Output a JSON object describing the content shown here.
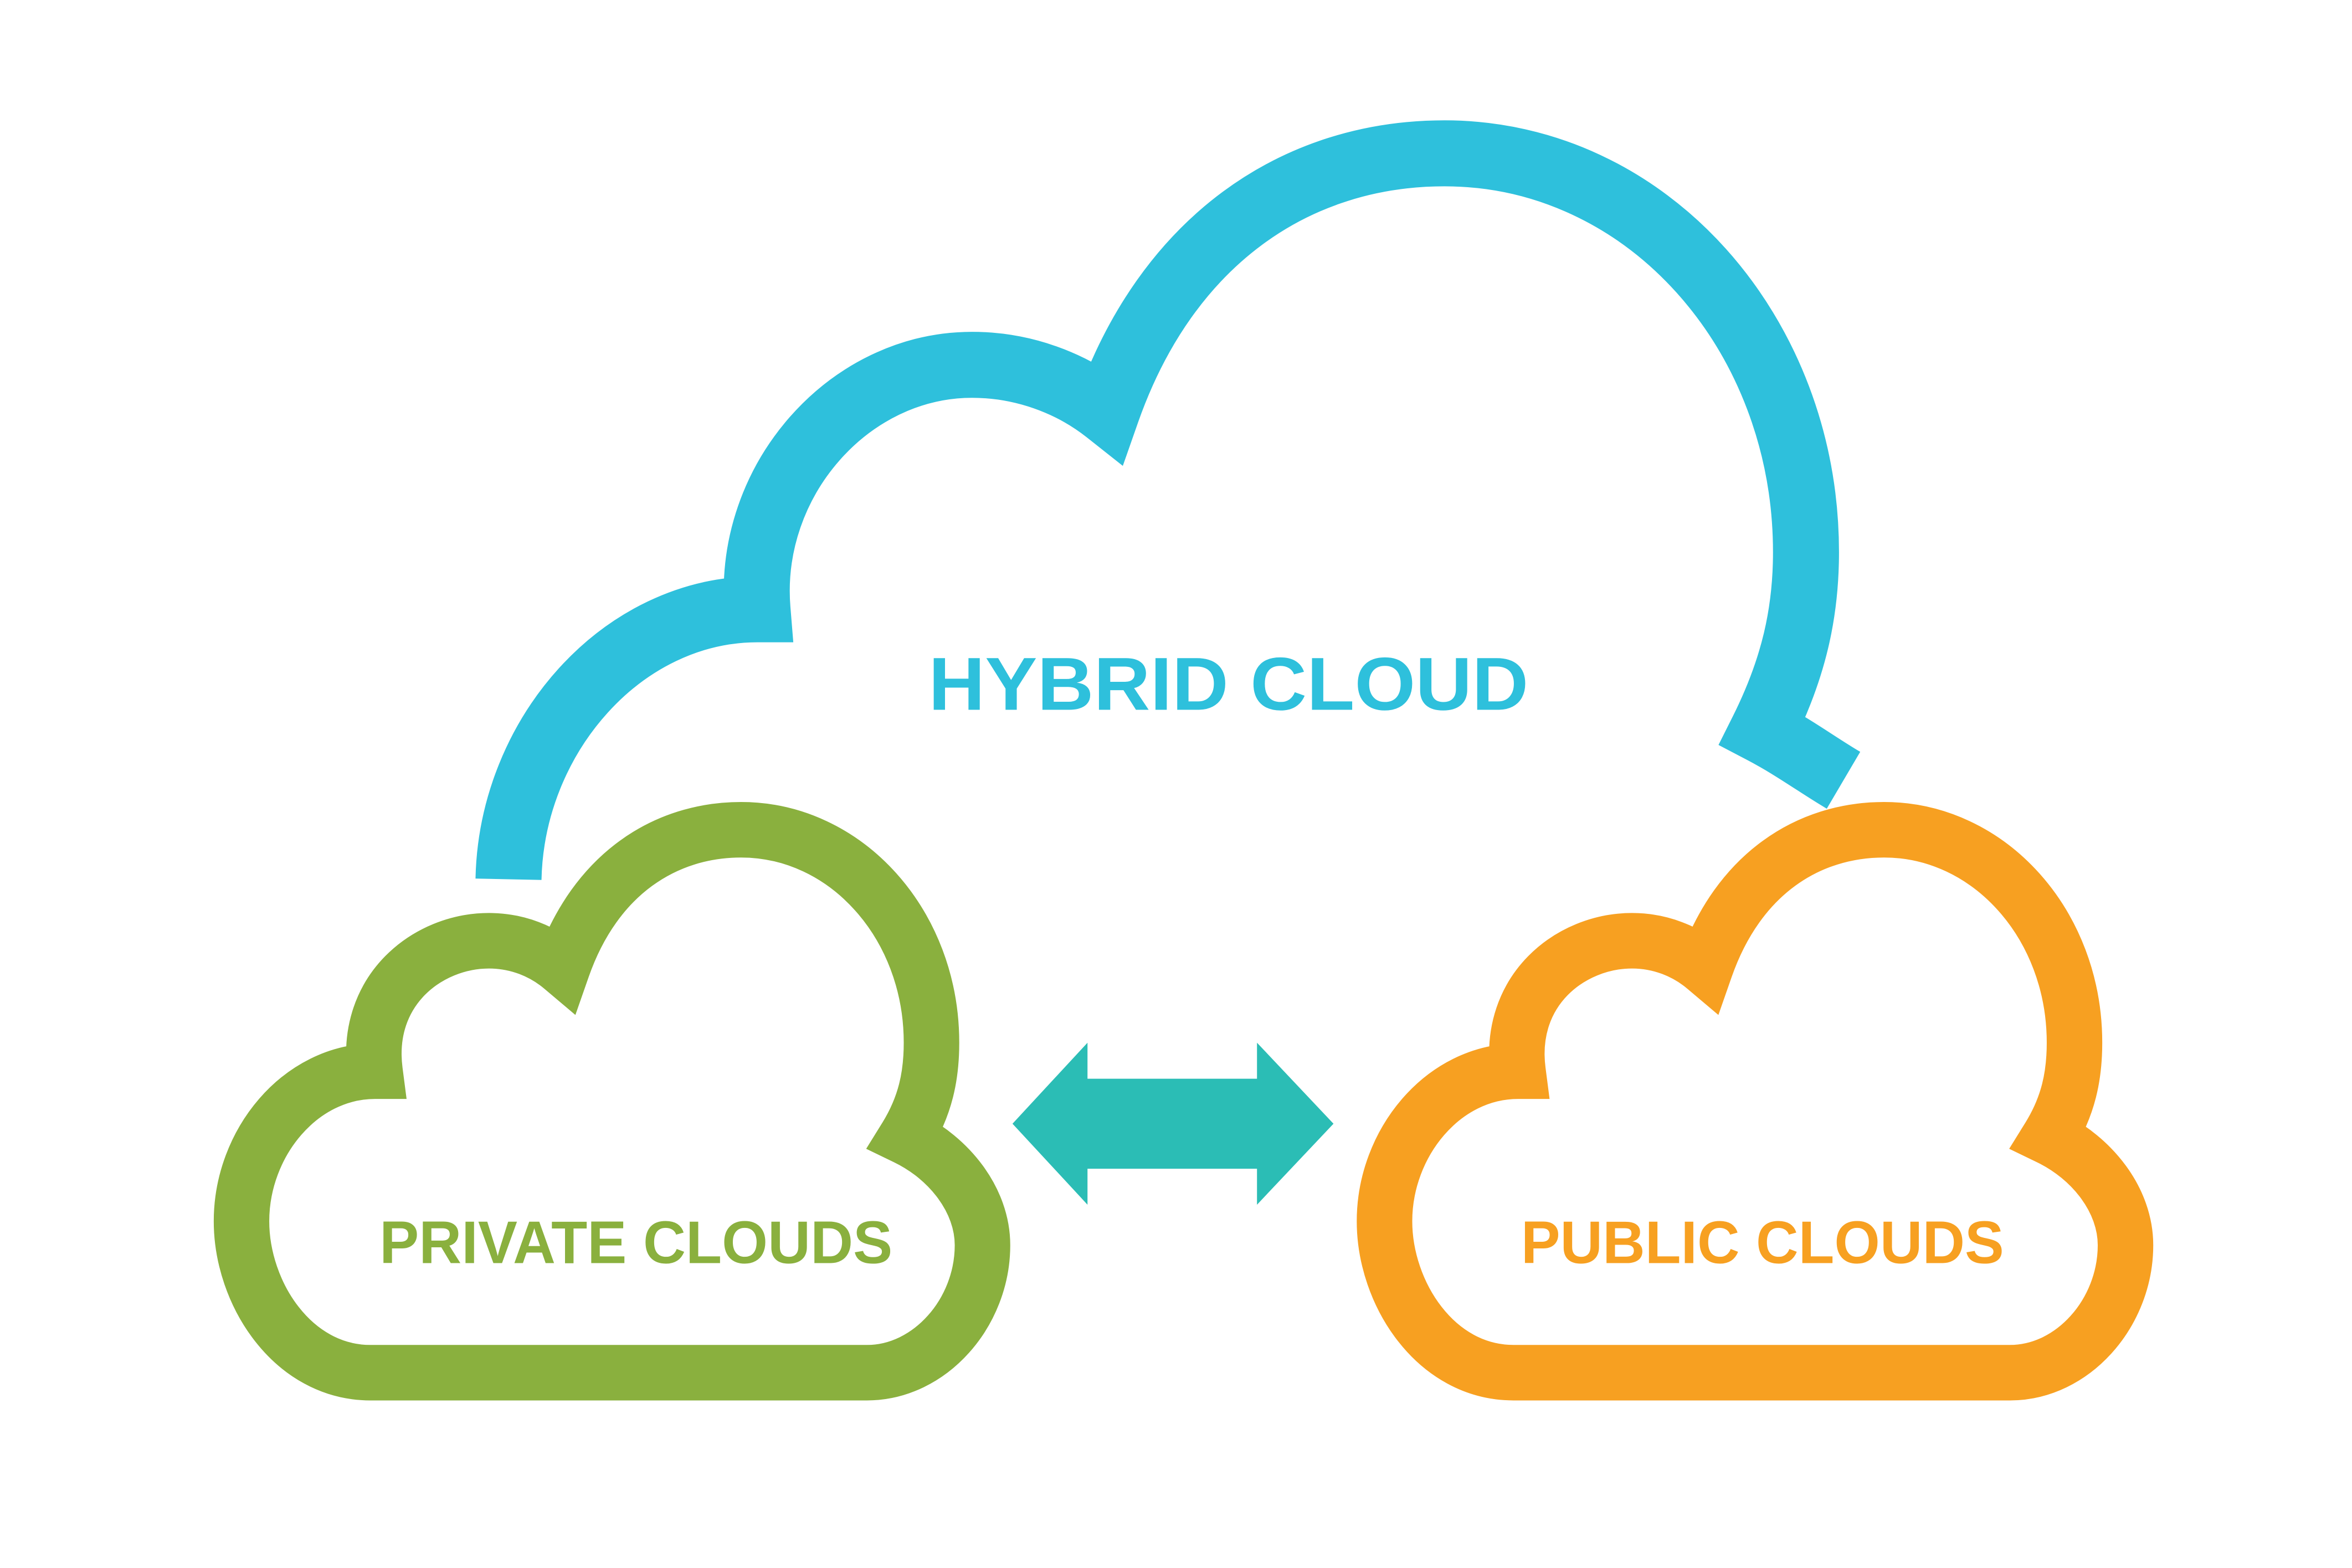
{
  "diagram": {
    "hybrid": {
      "label": "HYBRID CLOUD",
      "color": "#2EC0DC"
    },
    "private": {
      "label": "PRIVATE CLOUDS",
      "color": "#8AB03E"
    },
    "public": {
      "label": "PUBLIC CLOUDS",
      "color": "#F7A021"
    },
    "connector": {
      "icon": "double-arrow-icon",
      "color": "#2BBDB5"
    }
  }
}
